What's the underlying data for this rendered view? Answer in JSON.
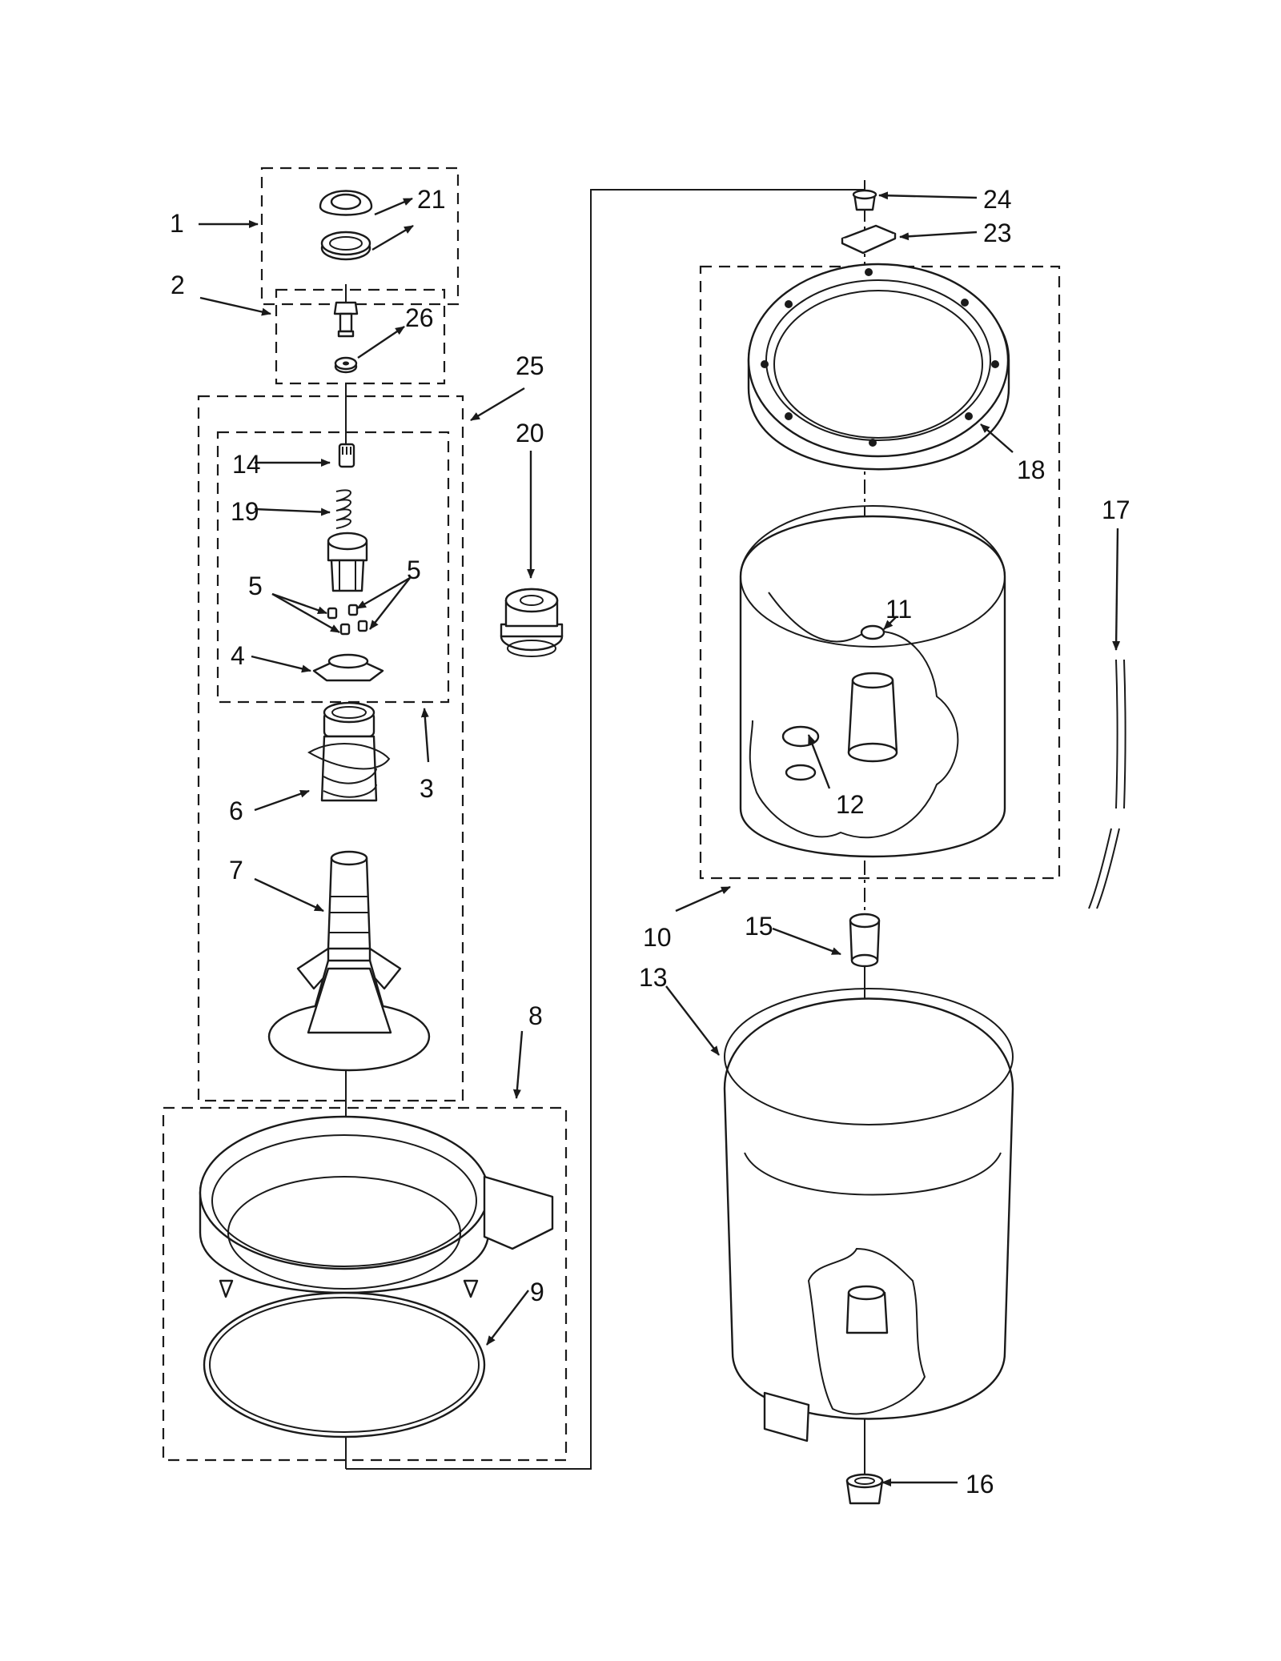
{
  "diagram": {
    "callouts": [
      "1",
      "2",
      "3",
      "4",
      "5",
      "5",
      "6",
      "7",
      "8",
      "9",
      "10",
      "11",
      "12",
      "13",
      "14",
      "15",
      "16",
      "17",
      "18",
      "19",
      "20",
      "21",
      "23",
      "24",
      "25",
      "26"
    ]
  }
}
